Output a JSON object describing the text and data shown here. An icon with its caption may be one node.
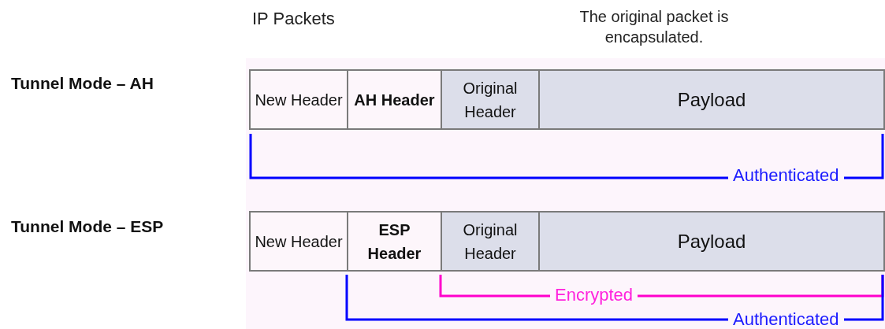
{
  "diagram": {
    "nodes": [
      {
        "text": [
          "New Header"
        ]
      },
      {
        "text": [
          "AH Header"
        ]
      },
      {
        "text": [
          "Original Header"
        ]
      },
      {
        "text": [
          "Payload"
        ]
      },
      {
        "text": [
          "New Header"
        ]
      },
      {
        "text": [
          "ESP Header"
        ]
      },
      {
        "text": [
          "Original Header"
        ]
      },
      {
        "text": [
          "Payload"
        ]
      }
    ],
    "labels": [
      "IP Packets",
      "The original packet is encapsulated.",
      "Tunnel Mode – AH",
      "Authenticated",
      "Tunnel Mode – ESP",
      "Encrypted",
      "Authenticated"
    ]
  }
}
